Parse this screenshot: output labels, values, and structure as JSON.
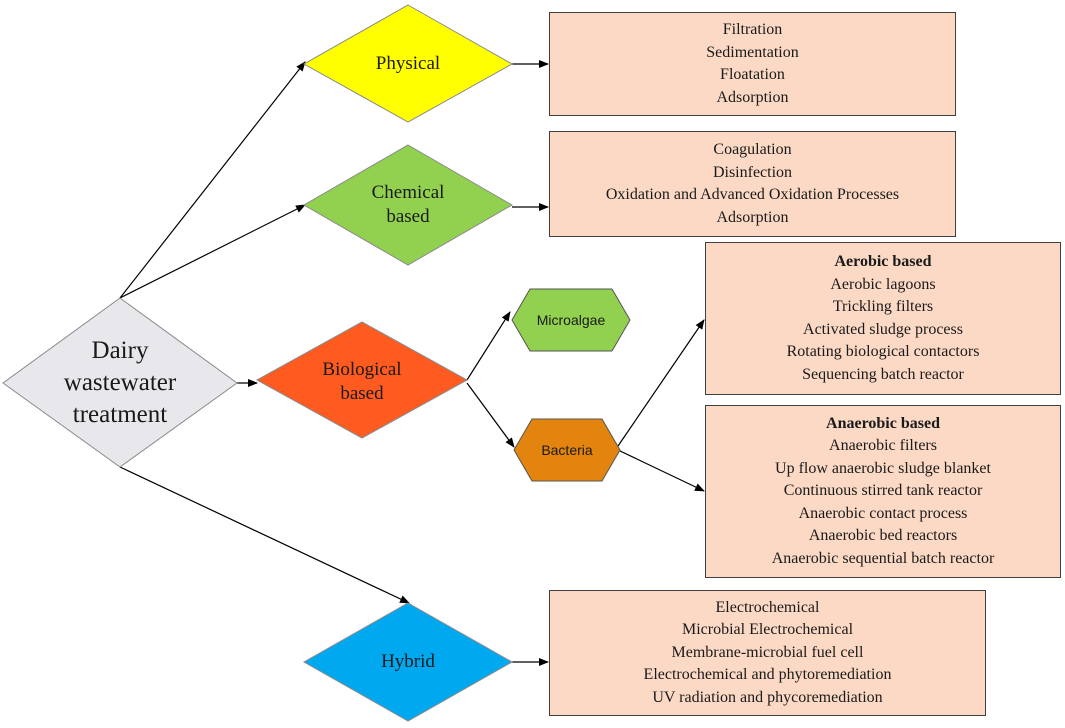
{
  "nodes": {
    "root": {
      "label": [
        "Dairy",
        "wastewater",
        "treatment"
      ],
      "color": "#e8e8ec"
    },
    "physical": {
      "label": [
        "Physical"
      ],
      "color": "#ffff00"
    },
    "chemical": {
      "label": [
        "Chemical",
        "based"
      ],
      "color": "#92d050"
    },
    "biological": {
      "label": [
        "Biological",
        "based"
      ],
      "color": "#ff5a1f"
    },
    "hybrid": {
      "label": [
        "Hybrid"
      ],
      "color": "#00a9ef"
    },
    "microalgae": {
      "label": "Microalgae",
      "color": "#92d050"
    },
    "bacteria": {
      "label": "Bacteria",
      "color": "#e2840d"
    }
  },
  "boxes": {
    "box_fill": "#fbd9c5",
    "physical": {
      "items": [
        "Filtration",
        "Sedimentation",
        "Floatation",
        "Adsorption"
      ]
    },
    "chemical": {
      "items": [
        "Coagulation",
        "Disinfection",
        "Oxidation and Advanced Oxidation Processes",
        "Adsorption"
      ]
    },
    "aerobic": {
      "heading": "Aerobic based",
      "items": [
        "Aerobic lagoons",
        "Trickling filters",
        "Activated sludge process",
        "Rotating biological contactors",
        "Sequencing batch reactor"
      ]
    },
    "anaerobic": {
      "heading": "Anaerobic based",
      "items": [
        "Anaerobic filters",
        "Up flow anaerobic sludge blanket",
        "Continuous stirred tank reactor",
        "Anaerobic contact process",
        "Anaerobic bed reactors",
        "Anaerobic sequential batch reactor"
      ]
    },
    "hybrid": {
      "items": [
        "Electrochemical",
        "Microbial Electrochemical",
        "Membrane-microbial fuel cell",
        "Electrochemical and phytoremediation",
        "UV radiation and phycoremediation"
      ]
    }
  }
}
